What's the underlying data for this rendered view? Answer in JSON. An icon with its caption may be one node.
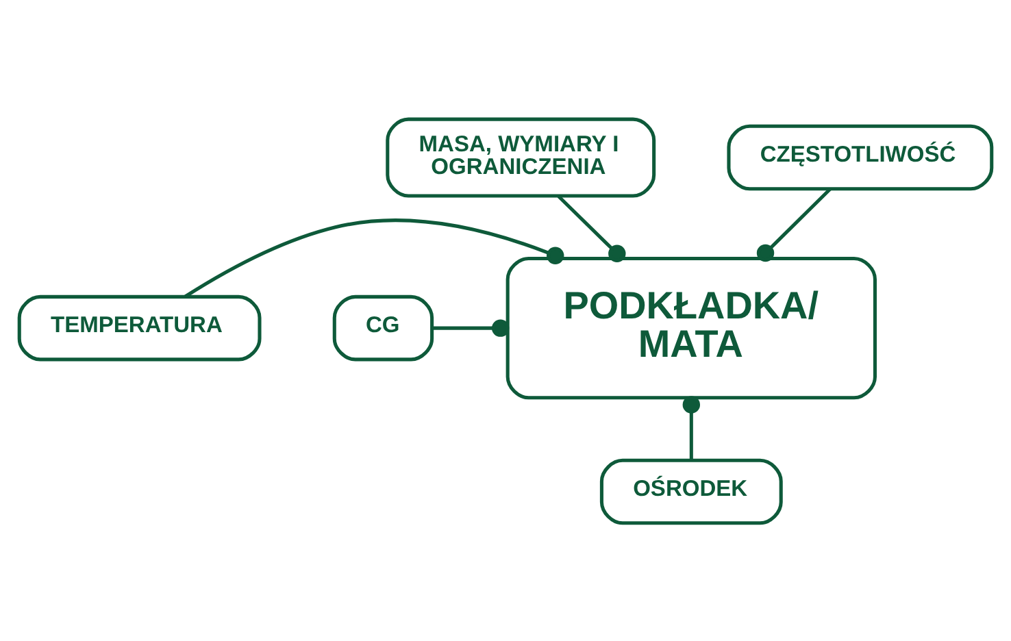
{
  "diagram": {
    "nodes": [
      {
        "text": [
          "PODKŁADKA/ MATA"
        ]
      },
      {
        "text": [
          "MASA, WYMIARY I OGRANICZENIA"
        ]
      },
      {
        "text": [
          "CZĘSTOTLIWOŚĆ"
        ]
      },
      {
        "text": [
          "TEMPERATURA"
        ]
      },
      {
        "text": [
          "CG"
        ]
      },
      {
        "text": [
          "OŚRODEK"
        ]
      }
    ],
    "edges": [
      {
        "from": 1,
        "to": 0,
        "arrow": "other"
      },
      {
        "from": 2,
        "to": 0,
        "arrow": "other"
      },
      {
        "from": 3,
        "to": 0,
        "arrow": "other"
      },
      {
        "from": 4,
        "to": 0,
        "arrow": "other"
      },
      {
        "from": 5,
        "to": 0,
        "arrow": "other"
      }
    ]
  }
}
